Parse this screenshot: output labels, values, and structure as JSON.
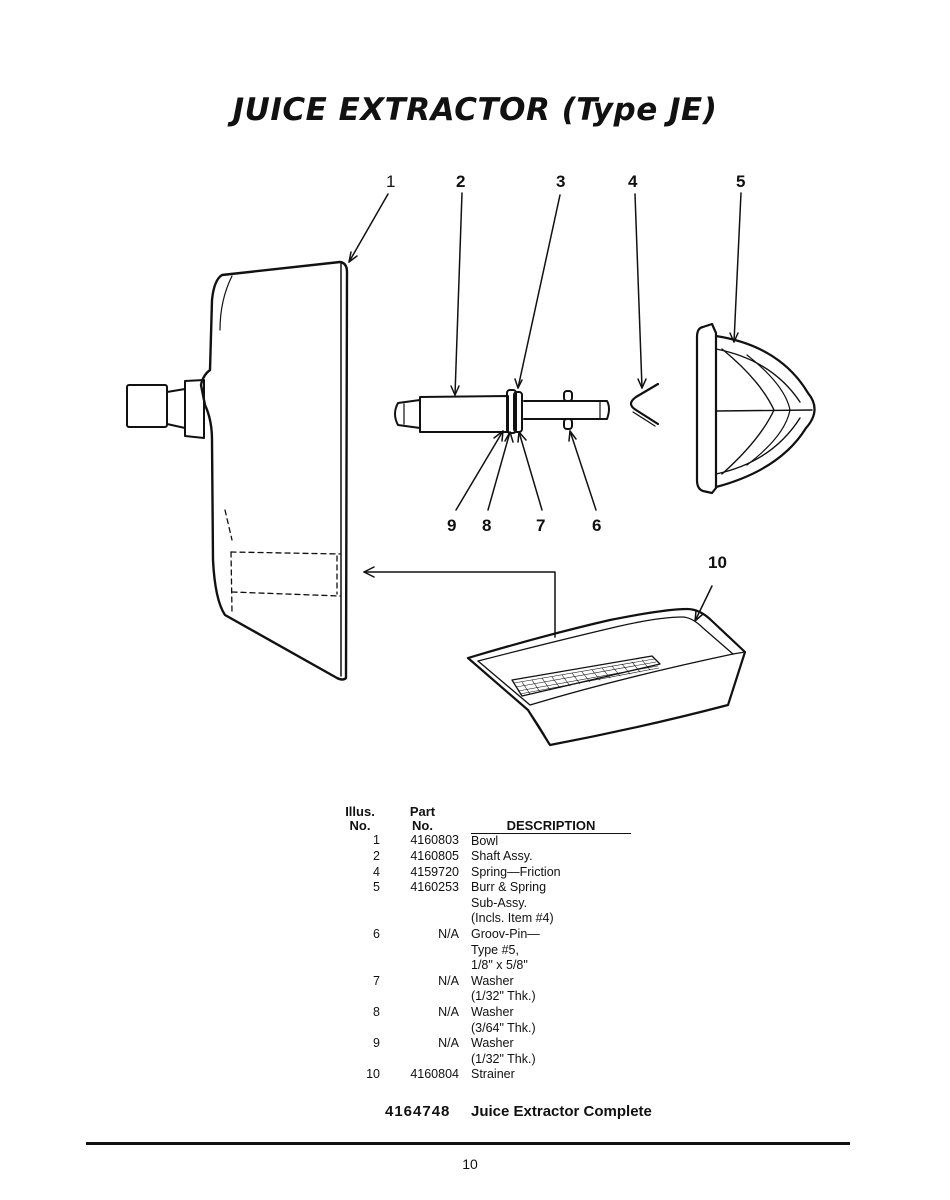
{
  "title": "JUICE EXTRACTOR (Type JE)",
  "callouts": {
    "c1": "1",
    "c2": "2",
    "c3": "3",
    "c4": "4",
    "c5": "5",
    "c6": "6",
    "c7": "7",
    "c8": "8",
    "c9": "9",
    "c10": "10"
  },
  "table": {
    "headers": {
      "illus_line1": "Illus.",
      "illus_line2": "No.",
      "part_line1": "Part",
      "part_line2": "No.",
      "description": "DESCRIPTION"
    },
    "rows": [
      {
        "illus": "1",
        "part": "4160803",
        "desc": [
          "Bowl"
        ]
      },
      {
        "illus": "2",
        "part": "4160805",
        "desc": [
          "Shaft Assy."
        ]
      },
      {
        "illus": "4",
        "part": "4159720",
        "desc": [
          "Spring—Friction"
        ]
      },
      {
        "illus": "5",
        "part": "4160253",
        "desc": [
          "Burr & Spring",
          "Sub-Assy.",
          "(Incls. Item #4)"
        ]
      },
      {
        "illus": "6",
        "part": "N/A",
        "desc": [
          "Groov-Pin—",
          "Type #5,",
          "1/8\" x 5/8\""
        ]
      },
      {
        "illus": "7",
        "part": "N/A",
        "desc": [
          "Washer",
          "(1/32\" Thk.)"
        ]
      },
      {
        "illus": "8",
        "part": "N/A",
        "desc": [
          "Washer",
          "(3/64\" Thk.)"
        ]
      },
      {
        "illus": "9",
        "part": "N/A",
        "desc": [
          "Washer",
          "(1/32\" Thk.)"
        ]
      },
      {
        "illus": "10",
        "part": "4160804",
        "desc": [
          "Strainer"
        ]
      }
    ]
  },
  "complete": {
    "part": "4164748",
    "label": "Juice Extractor Complete"
  },
  "page_number": "10"
}
